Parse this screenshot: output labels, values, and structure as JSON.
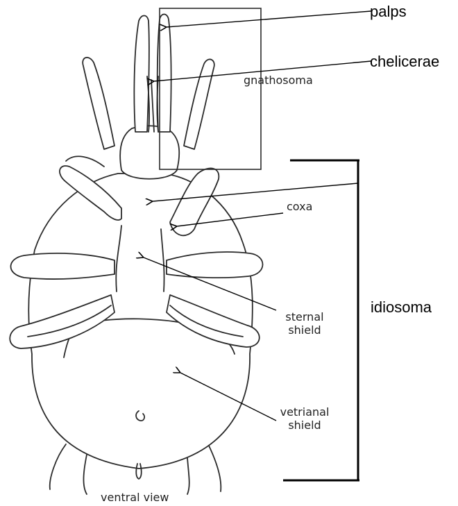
{
  "labels": {
    "palps": "palps",
    "chelicerae": "chelicerae",
    "gnathosoma": "gnathosoma",
    "coxa": "coxa",
    "sternal_shield_1": "sternal",
    "sternal_shield_2": "shield",
    "idiosoma": "idiosoma",
    "ventrianal_1": "vetrianal",
    "ventrianal_2": "shield",
    "caption": "ventral view"
  },
  "colors": {
    "line": "#000000",
    "body_fill": "#ffffff",
    "sketch": "#2a2a2a"
  }
}
